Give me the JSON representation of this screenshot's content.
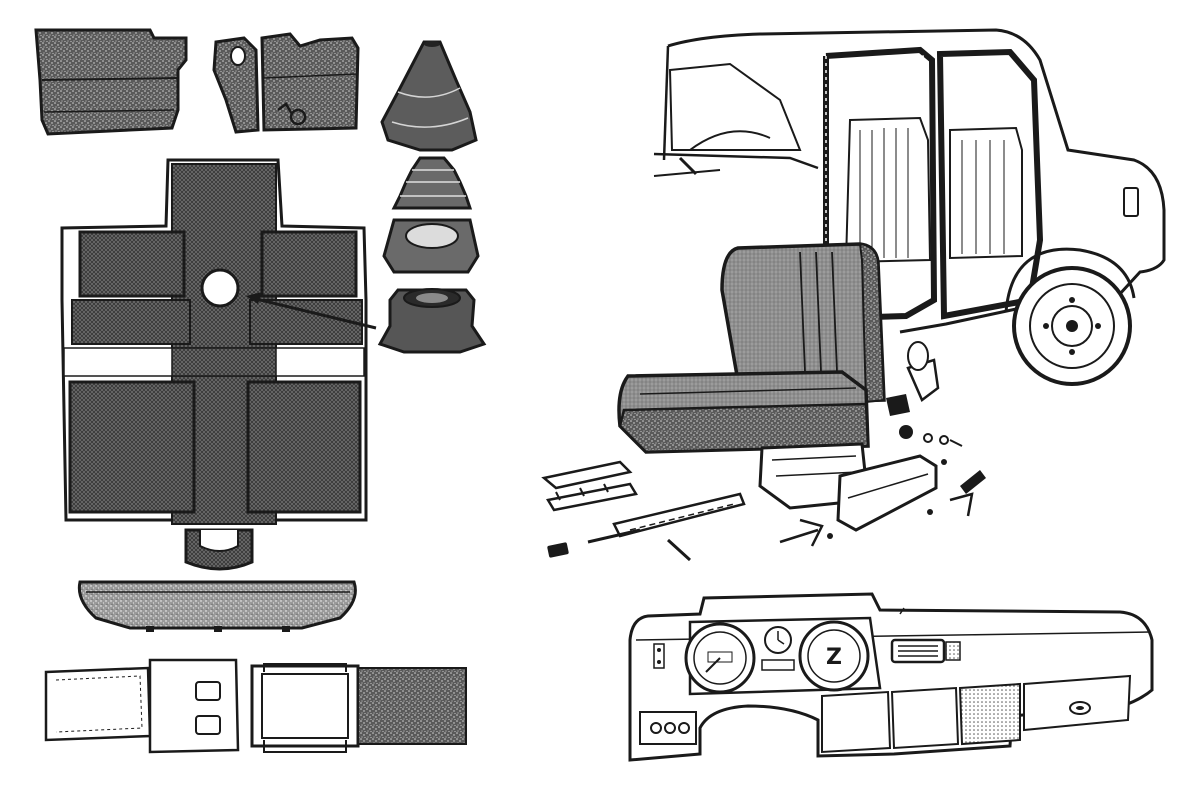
{
  "colors": {
    "ink": "#1a1a1a",
    "paper": "#ffffff",
    "carpet": "#4a4a4a",
    "carpet_light": "#9a9a9a",
    "seat": "#8a8a8a"
  },
  "parts": [
    {
      "id": "rear-door-mat",
      "icon": "carpet-mat-icon"
    },
    {
      "id": "front-footwell-mats",
      "icon": "carpet-mat-icon"
    },
    {
      "id": "gear-lever-boot",
      "icon": "rubber-boot-icon"
    },
    {
      "id": "gear-lever-bellows",
      "icon": "bellows-icon"
    },
    {
      "id": "gear-lever-housing",
      "icon": "housing-icon"
    },
    {
      "id": "gear-lever-base",
      "icon": "base-icon"
    },
    {
      "id": "floor-carpet-set",
      "icon": "floor-carpet-icon"
    },
    {
      "id": "tunnel-end-piece",
      "icon": "carpet-piece-icon"
    },
    {
      "id": "rear-parcel-shelf",
      "icon": "shelf-icon"
    },
    {
      "id": "seat-belt-assembly",
      "icon": "seat-belt-icon"
    },
    {
      "id": "car-body-door-seals",
      "icon": "car-body-icon"
    },
    {
      "id": "front-bench-seat",
      "icon": "seat-icon"
    },
    {
      "id": "seat-rails-and-fittings",
      "icon": "seat-rail-icon"
    },
    {
      "id": "dashboard-assembly",
      "icon": "dashboard-icon"
    }
  ],
  "gauges": {
    "speedometer_digit": "",
    "tachometer_digit": "Z"
  }
}
